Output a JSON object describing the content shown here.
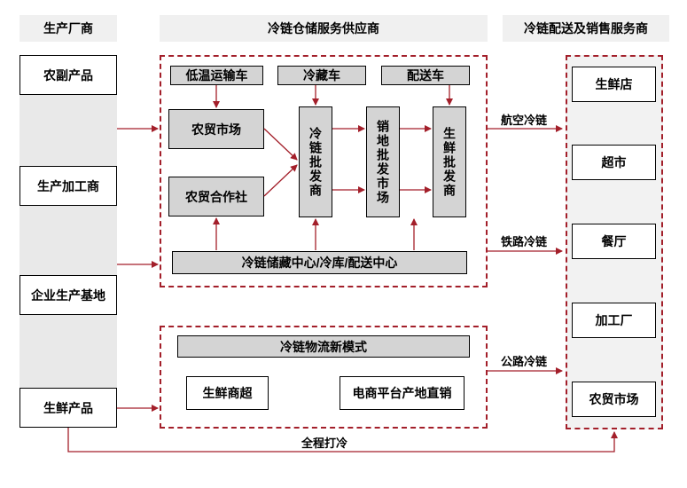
{
  "headers": {
    "producers": "生产厂商",
    "cold_storage_providers": "冷链仓储服务供应商",
    "distribution_sales": "冷链配送及销售服务商"
  },
  "producers": [
    "农副产品",
    "生产加工商",
    "企业生产基地",
    "生鲜产品"
  ],
  "vehicles": [
    "低温运输车",
    "冷藏车",
    "配送车"
  ],
  "markets": [
    "农贸市场",
    "农贸合作社"
  ],
  "wholesalers": [
    "冷链批发商",
    "销地批发市场",
    "生鲜批发商"
  ],
  "storage_center": "冷链储藏中心/冷库/配送中心",
  "new_model": {
    "title": "冷链物流新模式",
    "items": [
      "生鲜商超",
      "电商平台产地直销"
    ]
  },
  "transport": [
    "航空冷链",
    "铁路冷链",
    "公路冷链"
  ],
  "whole_process": "全程打冷",
  "retailers": [
    "生鲜店",
    "超市",
    "餐厅",
    "加工厂",
    "农贸市场"
  ],
  "colors": {
    "arrow": "#a31f2a",
    "dashed": "#a31f2a",
    "grey_box": "#d4d4d4",
    "header_bg": "#f0f0f0"
  }
}
